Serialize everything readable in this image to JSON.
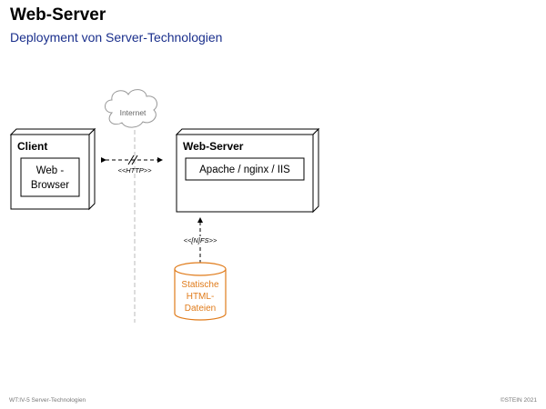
{
  "header": {
    "title": "Web-Server",
    "subtitle": "Deployment von Server-Technologien"
  },
  "diagram": {
    "cloud_label": "Internet",
    "client": {
      "title": "Client",
      "component_line1": "Web -",
      "component_line2": "Browser"
    },
    "server": {
      "title": "Web-Server",
      "component": "Apache / nginx / IIS"
    },
    "http_label": "<<HTTP>>",
    "fs_label": "<<[N]FS>>",
    "storage": {
      "line1": "Statische",
      "line2": "HTML-",
      "line3": "Dateien"
    },
    "colors": {
      "storage": "#e07b1a",
      "subtitle": "#1a2f8c",
      "dashed_line": "#bbbbbb"
    }
  },
  "footer": {
    "left": "WT:IV-5   Server-Technologien",
    "right": "©STEIN 2021"
  }
}
